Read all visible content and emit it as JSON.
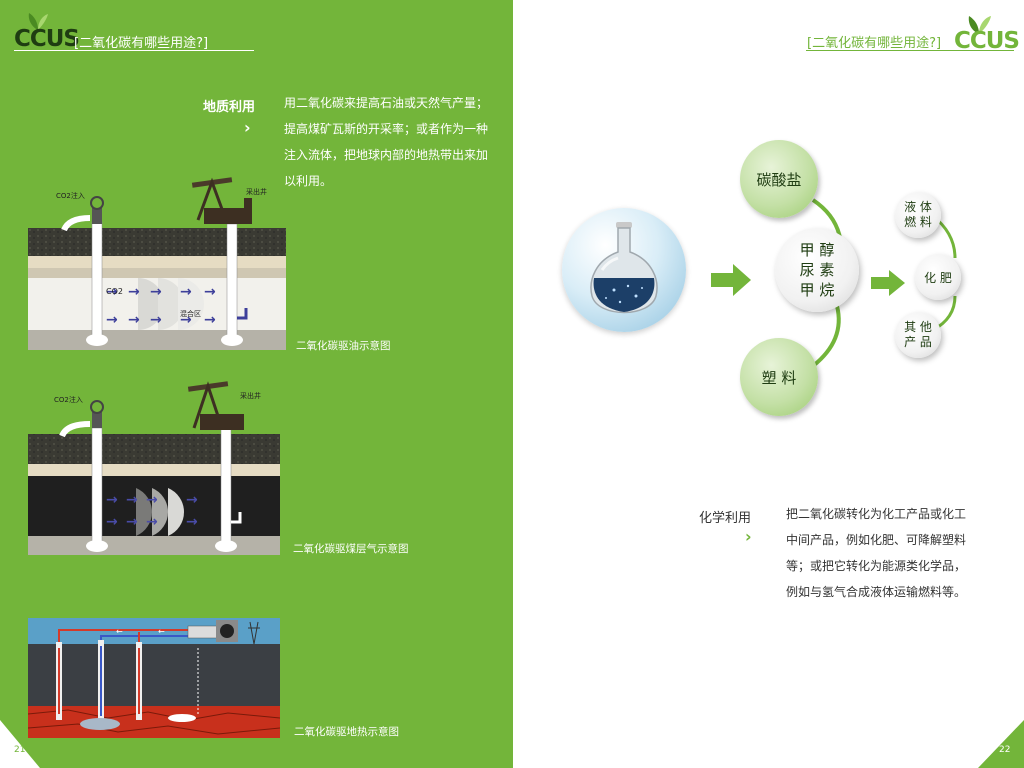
{
  "left": {
    "logo": "CCUS",
    "header_title": "[二氧化碳有哪些用途?]",
    "geology": {
      "title": "地质利用",
      "description": "用二氧化碳来提高石油或天然气产量；提高煤矿瓦斯的开采率；或者作为一种注入流体，把地球内部的地热带出来加以利用。"
    },
    "diagram1": {
      "caption": "二氧化碳驱油示意图",
      "label_inject": "CO2注入",
      "label_produce": "采出井",
      "label_co2": "CO2",
      "label_zone": "混合区"
    },
    "diagram2": {
      "caption": "二氧化碳驱煤层气示意图",
      "label_inject": "CO2注入",
      "label_produce": "采出井"
    },
    "diagram3": {
      "caption": "二氧化碳驱地热示意图"
    },
    "page_number": "21"
  },
  "right": {
    "logo": "CCUS",
    "header_title": "[二氧化碳有哪些用途?]",
    "bubbles": {
      "carbonate": "碳酸盐",
      "plastic": "塑 料",
      "center_line1": "甲 醇",
      "center_line2": "尿 素",
      "center_line3": "甲 烷",
      "liquid_fuel_1": "液 体",
      "liquid_fuel_2": "燃 料",
      "fertilizer": "化 肥",
      "other_1": "其 他",
      "other_2": "产 品"
    },
    "chemical": {
      "title": "化学利用",
      "description": "把二氧化碳转化为化工产品或化工中间产品，例如化肥、可降解塑料等；或把它转化为能源类化学品，例如与氢气合成液体运输燃料等。"
    },
    "page_number": "22"
  },
  "colors": {
    "brand_green": "#73b53a",
    "dark_green": "#1f3d12",
    "leaf_green": "#4fa32c"
  }
}
